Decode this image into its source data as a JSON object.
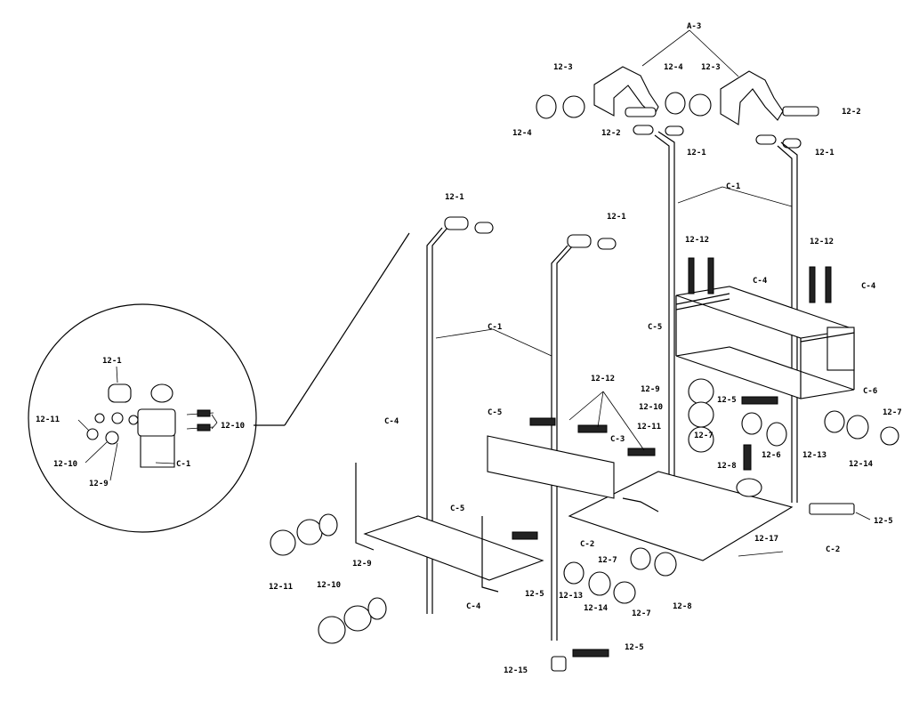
{
  "labels": {
    "a3": "A-3",
    "p12_3": "12-3",
    "p12_4a": "12-4",
    "p12_4b": "12-4",
    "p12_3b": "12-3",
    "p12_2a": "12-2",
    "p12_2b": "12-2",
    "p12_1a": "12-1",
    "p12_1b": "12-1",
    "c1_top": "C-1",
    "p12_1c": "12-1",
    "p12_1d": "12-1",
    "p12_12a": "12-12",
    "p12_12b": "12-12",
    "c4_a": "C-4",
    "c4_b": "C-4",
    "c5_a": "C-5",
    "c1_mid": "C-1",
    "p12_12c": "12-12",
    "p12_9a": "12-9",
    "p12_10a": "12-10",
    "p12_11a": "12-11",
    "p12_5a": "12-5",
    "c6": "C-6",
    "p12_7a": "12-7",
    "p12_8a": "12-8",
    "p12_6": "12-6",
    "p12_13a": "12-13",
    "p12_14a": "12-14",
    "c4_c": "C-4",
    "c5_b": "C-5",
    "c3": "C-3",
    "c5_c": "C-5",
    "c2_a": "C-2",
    "p12_17": "12-17",
    "p12_5b": "12-5",
    "c2_b": "C-2",
    "p12_7b": "12-7",
    "p12_5c": "12-5",
    "c4_d": "C-4",
    "p12_13b": "12-13",
    "p12_14b": "12-14",
    "p12_7c": "12-7",
    "p12_8b": "12-8",
    "p12_9b": "12-9",
    "p12_10b": "12-10",
    "p12_11b": "12-11",
    "p12_5d": "12-5",
    "p12_15": "12-15",
    "d_12_1": "12-1",
    "d_12_11": "12-11",
    "d_12_10a": "12-10",
    "d_12_10b": "12-10",
    "d_12_9": "12-9",
    "d_c1": "C-1"
  }
}
